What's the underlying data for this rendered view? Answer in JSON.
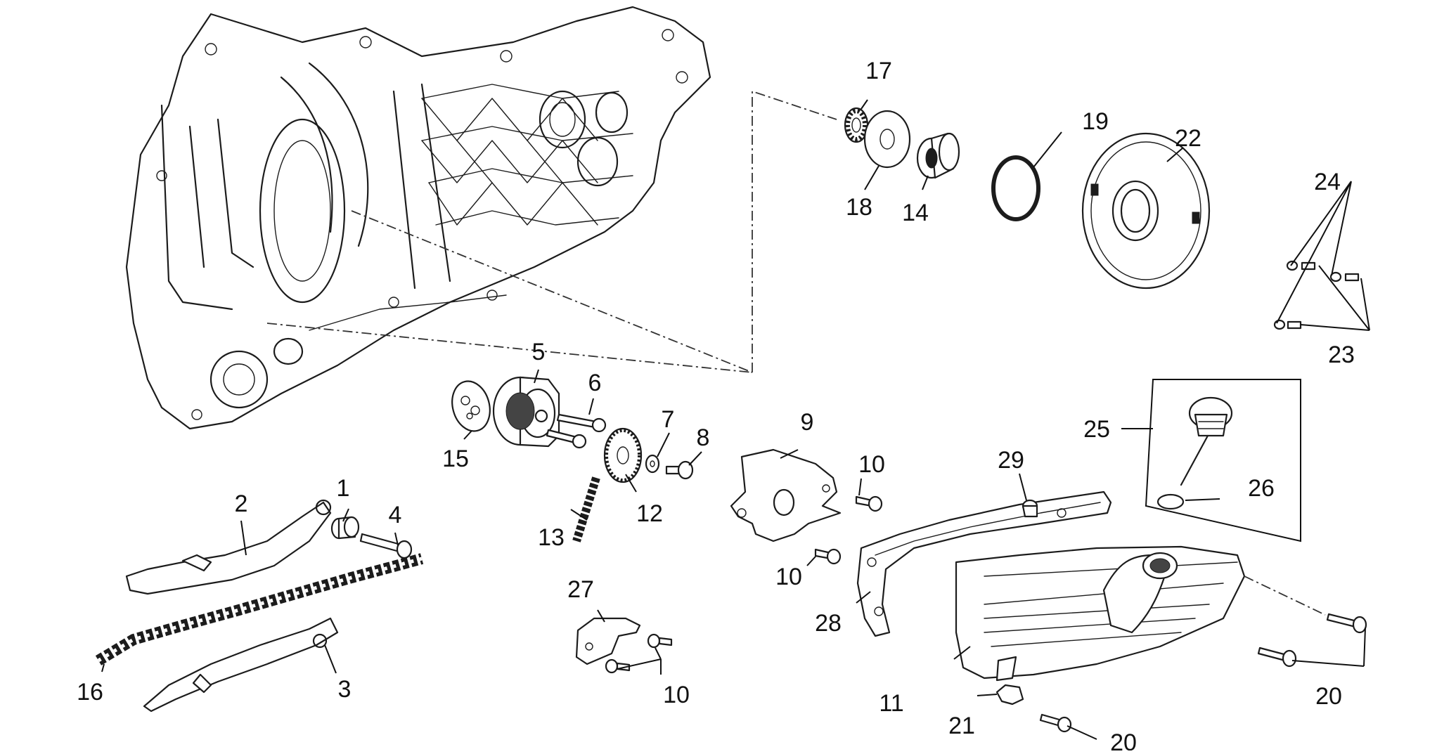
{
  "diagram": {
    "callouts": [
      {
        "id": "c1",
        "text": "1"
      },
      {
        "id": "c2",
        "text": "2"
      },
      {
        "id": "c3",
        "text": "3"
      },
      {
        "id": "c4",
        "text": "4"
      },
      {
        "id": "c5",
        "text": "5"
      },
      {
        "id": "c6",
        "text": "6"
      },
      {
        "id": "c7",
        "text": "7"
      },
      {
        "id": "c8",
        "text": "8"
      },
      {
        "id": "c9",
        "text": "9"
      },
      {
        "id": "c10a",
        "text": "10"
      },
      {
        "id": "c10b",
        "text": "10"
      },
      {
        "id": "c10c",
        "text": "10"
      },
      {
        "id": "c11",
        "text": "11"
      },
      {
        "id": "c12",
        "text": "12"
      },
      {
        "id": "c13",
        "text": "13"
      },
      {
        "id": "c14",
        "text": "14"
      },
      {
        "id": "c15",
        "text": "15"
      },
      {
        "id": "c16",
        "text": "16"
      },
      {
        "id": "c17",
        "text": "17"
      },
      {
        "id": "c18",
        "text": "18"
      },
      {
        "id": "c19",
        "text": "19"
      },
      {
        "id": "c20a",
        "text": "20"
      },
      {
        "id": "c20b",
        "text": "20"
      },
      {
        "id": "c21",
        "text": "21"
      },
      {
        "id": "c22",
        "text": "22"
      },
      {
        "id": "c23",
        "text": "23"
      },
      {
        "id": "c24",
        "text": "24"
      },
      {
        "id": "c25",
        "text": "25"
      },
      {
        "id": "c26",
        "text": "26"
      },
      {
        "id": "c27",
        "text": "27"
      },
      {
        "id": "c28",
        "text": "28"
      },
      {
        "id": "c29",
        "text": "29"
      }
    ]
  }
}
